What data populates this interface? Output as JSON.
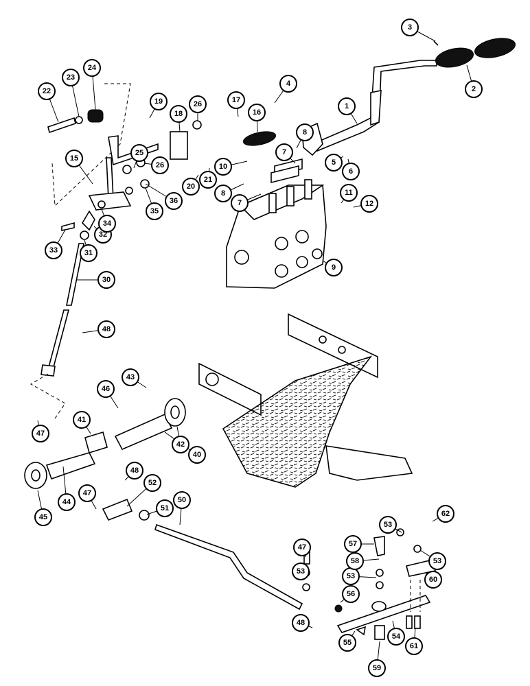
{
  "callouts": [
    {
      "label": "1"
    },
    {
      "label": "2"
    },
    {
      "label": "3"
    },
    {
      "label": "4"
    },
    {
      "label": "5"
    },
    {
      "label": "6"
    },
    {
      "label": "7"
    },
    {
      "label": "7"
    },
    {
      "label": "8"
    },
    {
      "label": "8"
    },
    {
      "label": "9"
    },
    {
      "label": "10"
    },
    {
      "label": "11"
    },
    {
      "label": "12"
    },
    {
      "label": "15"
    },
    {
      "label": "16"
    },
    {
      "label": "17"
    },
    {
      "label": "18"
    },
    {
      "label": "19"
    },
    {
      "label": "20"
    },
    {
      "label": "21"
    },
    {
      "label": "22"
    },
    {
      "label": "23"
    },
    {
      "label": "24"
    },
    {
      "label": "25"
    },
    {
      "label": "26"
    },
    {
      "label": "26"
    },
    {
      "label": "30"
    },
    {
      "label": "31"
    },
    {
      "label": "32"
    },
    {
      "label": "33"
    },
    {
      "label": "34"
    },
    {
      "label": "35"
    },
    {
      "label": "36"
    },
    {
      "label": "40"
    },
    {
      "label": "41"
    },
    {
      "label": "42"
    },
    {
      "label": "43"
    },
    {
      "label": "44"
    },
    {
      "label": "45"
    },
    {
      "label": "46"
    },
    {
      "label": "47"
    },
    {
      "label": "47"
    },
    {
      "label": "47"
    },
    {
      "label": "48"
    },
    {
      "label": "48"
    },
    {
      "label": "48"
    },
    {
      "label": "50"
    },
    {
      "label": "51"
    },
    {
      "label": "52"
    },
    {
      "label": "53"
    },
    {
      "label": "53"
    },
    {
      "label": "53"
    },
    {
      "label": "53"
    },
    {
      "label": "54"
    },
    {
      "label": "55"
    },
    {
      "label": "56"
    },
    {
      "label": "57"
    },
    {
      "label": "58"
    },
    {
      "label": "59"
    },
    {
      "label": "60"
    },
    {
      "label": "61"
    },
    {
      "label": "62"
    }
  ]
}
